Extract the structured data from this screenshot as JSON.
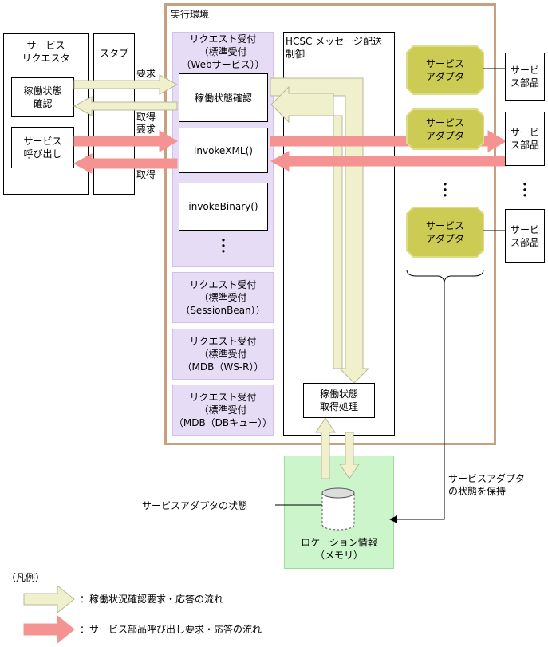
{
  "runtime_label": "実行環境",
  "requester": {
    "title": "サービス\nリクエスタ",
    "status_box": "稼働状態\n確認",
    "call_box": "サービス\n呼び出し"
  },
  "stub_label": "スタブ",
  "reception": {
    "web": "リクエスト受付\n（標準受付\n（Webサービス））",
    "status_check": "稼働状態確認",
    "invoke_xml": "invokeXML()",
    "invoke_binary": "invokeBinary()",
    "session_bean": "リクエスト受付\n（標準受付\n（SessionBean））",
    "mdb_wsr": "リクエスト受付\n（標準受付\n（MDB（WS-R））",
    "mdb_db": "リクエスト受付\n（標準受付\n（MDB（DBキュー））"
  },
  "hcsc_label": "HCSC メッセージ配送\n制御",
  "status_acquire": "稼働状態\n取得処理",
  "arrow_labels": {
    "request1": "要求",
    "acquire1": "取得",
    "request2": "要求",
    "acquire2": "取得"
  },
  "adapters": [
    "サービス\nアダプタ",
    "サービス\nアダプタ",
    "サービス\nアダプタ"
  ],
  "components": [
    "サービ\nス部品",
    "サービ\nス部品",
    "サービ\nス部品"
  ],
  "ellipsis": "・\n・\n・",
  "memory": {
    "label": "ロケーション情報\n（メモリ）",
    "adapter_state": "サービスアダプタの状態",
    "keeps_state": "サービスアダプタ\nの状態を保持"
  },
  "legend": {
    "title": "（凡例）",
    "status_flow": "：稼働状況確認要求・応答の流れ",
    "call_flow": "：サービス部品呼び出し要求・応答の流れ"
  },
  "colors": {
    "runtime_border": "#c8a080",
    "lavender": "#e6dcf5",
    "memory_green": "#ccf5cc",
    "adapter_olive": "#cccc55",
    "status_arrow_fill": "#f0f0cc",
    "call_arrow_fill": "#f59393"
  }
}
